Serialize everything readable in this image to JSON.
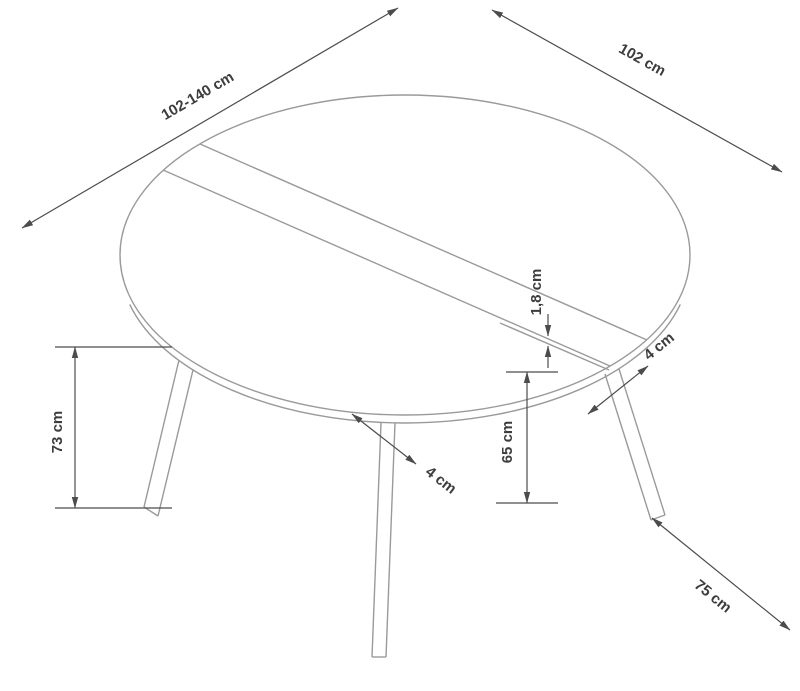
{
  "diagram": {
    "title": "extendable-round-table-dimension-drawing",
    "labels": {
      "length_range": "102-140 cm",
      "width": "102 cm",
      "top_thickness": "1,8 cm",
      "leg_thickness_right": "4 cm",
      "leg_thickness_front": "4 cm",
      "underside_height": "65 cm",
      "total_height": "73 cm",
      "leg_spacing": "75 cm"
    },
    "colors": {
      "outline": "#9a9a9a",
      "dimension": "#4c4c4c",
      "text": "#3d3d3d",
      "background": "#ffffff"
    }
  }
}
